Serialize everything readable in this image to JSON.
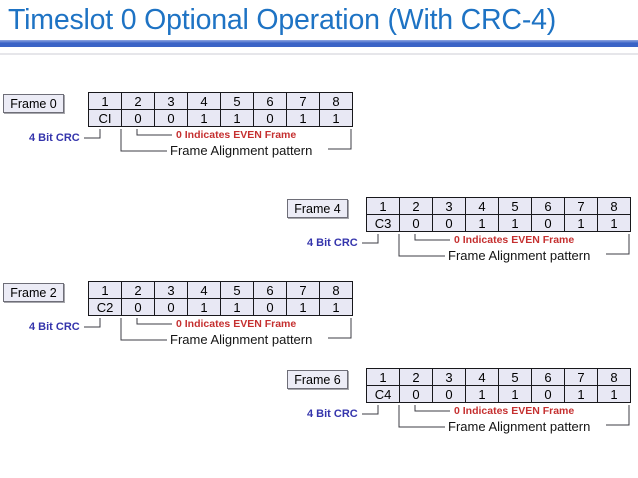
{
  "title": "Timeslot 0 Optional Operation (With CRC-4)",
  "colors": {
    "title_blue": "#1E73C4",
    "underline_blue": "#3A63C6",
    "crc_label_blue": "#3434AC",
    "note_red": "#C53030",
    "cell_fill": "#E8E8F4",
    "text_black": "#000000"
  },
  "bit_headers": [
    "1",
    "2",
    "3",
    "4",
    "5",
    "6",
    "7",
    "8"
  ],
  "labels": {
    "crc": "4 Bit CRC",
    "even_note": "0 Indicates EVEN Frame",
    "pattern": "Frame Alignment pattern"
  },
  "frames": [
    {
      "name": "Frame 0",
      "bits": [
        "CI",
        "0",
        "0",
        "1",
        "1",
        "0",
        "1",
        "1"
      ]
    },
    {
      "name": "Frame 4",
      "bits": [
        "C3",
        "0",
        "0",
        "1",
        "1",
        "0",
        "1",
        "1"
      ]
    },
    {
      "name": "Frame 2",
      "bits": [
        "C2",
        "0",
        "0",
        "1",
        "1",
        "0",
        "1",
        "1"
      ]
    },
    {
      "name": "Frame 6",
      "bits": [
        "C4",
        "0",
        "0",
        "1",
        "1",
        "0",
        "1",
        "1"
      ]
    }
  ]
}
